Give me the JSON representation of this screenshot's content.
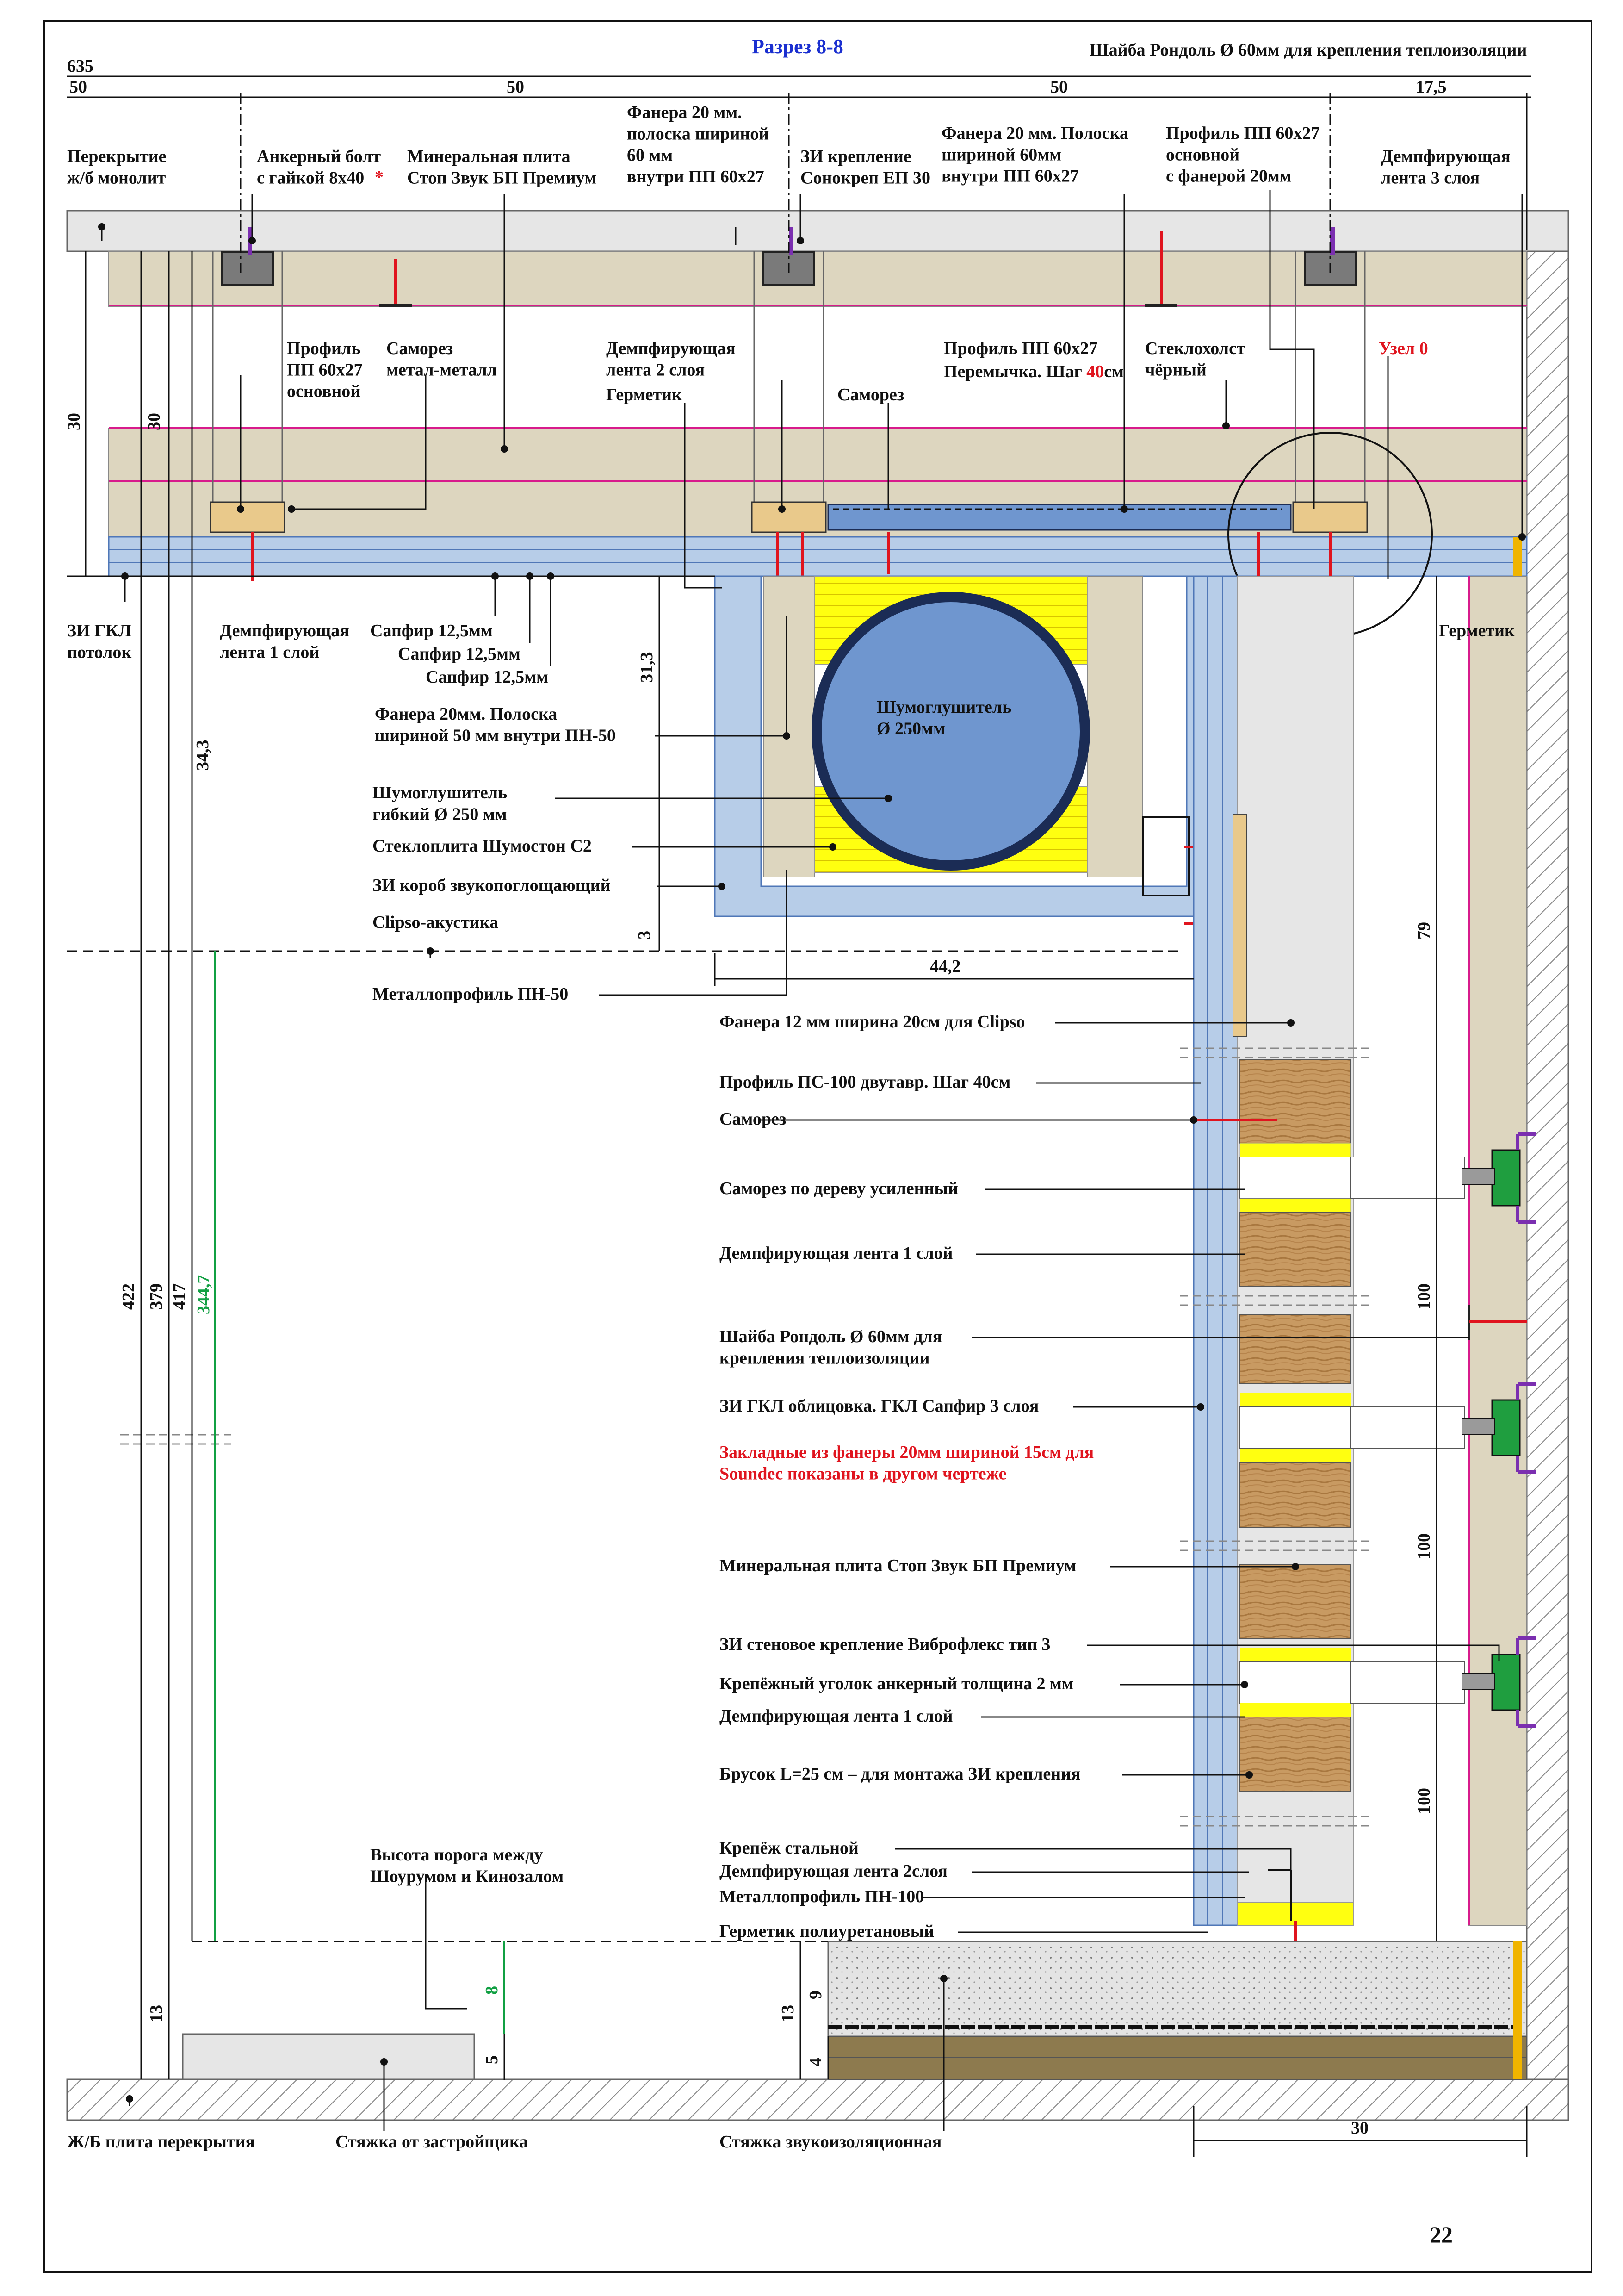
{
  "title": "Разрез 8-8",
  "page_number": "22",
  "colors": {
    "frame": "#111111",
    "concrete": "#e6e6e6",
    "mineral_wool": "#ddd6bf",
    "gkl": "#b7cde8",
    "gkl_edge": "#4f77b7",
    "yellow_board": "#ffff10",
    "wood": "#c89a62",
    "plywood": "#e9c98b",
    "silencer": "#6f96cf",
    "silencer_ring": "#1b2c55",
    "magenta_line": "#d81b8c",
    "red_screw": "#e0141e",
    "purple_bolt": "#7b2fb0",
    "green_clip": "#1f9e3f",
    "screed": "#dcdcdc",
    "screed_dark": "#8d7a4e",
    "title_blue": "#1a2fd0",
    "green_dim": "#11a043"
  },
  "top_labels": {
    "washer_top": "Шайба Рондоль Ø 60мм для крепления теплоизоляции",
    "slab_monolith": "Перекрытие\nж/б монолит",
    "anchor_bolt": "Анкерный болт\nс гайкой 8х40",
    "anchor_star": "*",
    "mineral_top": "Минеральная плита\nСтоп Звук БП Премиум",
    "plywood_strip_1": "Фанера 20 мм.\nполоска шириной\n60 мм\nвнутри ПП 60х27",
    "zi_sonokrep": "ЗИ крепление\nСонокреп ЕП 30",
    "plywood_strip_2": "Фанера 20 мм. Полоска\nшириной 60мм\nвнутри ПП 60х27",
    "profile_pp_plywood": "Профиль ПП 60х27\nосновной\nс фанерой 20мм",
    "damp_tape_3": "Демпфирующая\nлента 3 слоя"
  },
  "mid_labels": {
    "profile_pp_main": "Профиль\nПП 60х27\nосновной",
    "screw_metal": "Саморез\nметал-металл",
    "damp_tape_2": "Демпфирующая\nлента 2 слоя",
    "sealant": "Герметик",
    "profile_pp_jumper_1": "Профиль ПП 60х27",
    "profile_pp_jumper_2": "Перемычка. Шаг ",
    "profile_pp_jumper_step": "40",
    "profile_pp_jumper_unit": "см",
    "screw": "Саморез",
    "fiberglass": "Стеклохолст\nчёрный",
    "node0": "Узел 0",
    "zi_gkl_ceiling": "ЗИ ГКЛ\nпотолок",
    "damp_tape_1a": "Демпфирующая\nлента 1 слой",
    "sapphire_1": "Сапфир 12,5мм",
    "sapphire_2": "Сапфир 12,5мм",
    "sapphire_3": "Сапфир 12,5мм",
    "sealant_right": "Герметик"
  },
  "box_labels": {
    "silencer_inner": "Шумоглушитель\nØ 250мм",
    "plywood_pn50": "Фанера 20мм. Полоска\nшириной 50 мм внутри ПН-50",
    "silencer_flex": "Шумоглушитель\nгибкий Ø 250 мм",
    "glass_board": "Стеклоплита Шумостон С2",
    "zi_box": "ЗИ короб звукопоглощающий",
    "clipso": "Clipso-акустика",
    "metal_pn50": "Металлопрофиль ПН-50"
  },
  "wall_labels": {
    "plywood_clipso": "Фанера 12 мм ширина 20см для Clipso",
    "profile_ps100": "Профиль ПС-100 двутавр. Шаг 40см",
    "screw_wall": "Саморез",
    "screw_wood": "Саморез по дереву усиленный",
    "damp_1_a": "Демпфирующая лента 1 слой",
    "washer_wall": "Шайба Рондоль Ø 60мм для\nкрепления теплоизоляции",
    "zi_gkl_wall": "ЗИ ГКЛ облицовка. ГКЛ Сапфир 3 слоя",
    "embedded_note": "Закладные из фанеры 20мм шириной 15см для\nSoundec показаны в другом чертеже",
    "mineral_wall": "Минеральная плита Стоп Звук БП Премиум",
    "vibroflex": "ЗИ стеновое крепление Виброфлекс тип 3",
    "anchor_angle": "Крепёжный уголок анкерный толщина 2 мм",
    "damp_1_b": "Демпфирующая лента 1 слой",
    "bar": "Брусок L=25 см – для монтажа ЗИ крепления",
    "steel_fix": "Крепёж стальной",
    "damp_2": "Демпфирующая лента 2слоя",
    "metal_pn100": "Металлопрофиль ПН-100",
    "pu_sealant": "Герметик полиуретановый"
  },
  "bottom_labels": {
    "threshold": "Высота порога между\nШоурумом и Кинозалом",
    "slab_bottom": "Ж/Б плита перекрытия",
    "screed_dev": "Стяжка от застройщика",
    "screed_iso": "Стяжка звукоизоляционная"
  },
  "dimensions": {
    "total_635": "635",
    "top_50a": "50",
    "top_50b": "50",
    "top_50c": "50",
    "top_17_5": "17,5",
    "left_30a": "30",
    "left_30b": "30",
    "d_31_3": "31,3",
    "d_34_3": "34,3",
    "d_3": "3",
    "d_44_2": "44,2",
    "d_422": "422",
    "d_379": "379",
    "d_417": "417",
    "d_344_7": "344,7",
    "d_13_left": "13",
    "d_8": "8",
    "d_5": "5",
    "d_13_right": "13",
    "d_9": "9",
    "d_4": "4",
    "d_79": "79",
    "d_100a": "100",
    "d_100b": "100",
    "d_100c": "100",
    "d_30_bottom": "30"
  }
}
